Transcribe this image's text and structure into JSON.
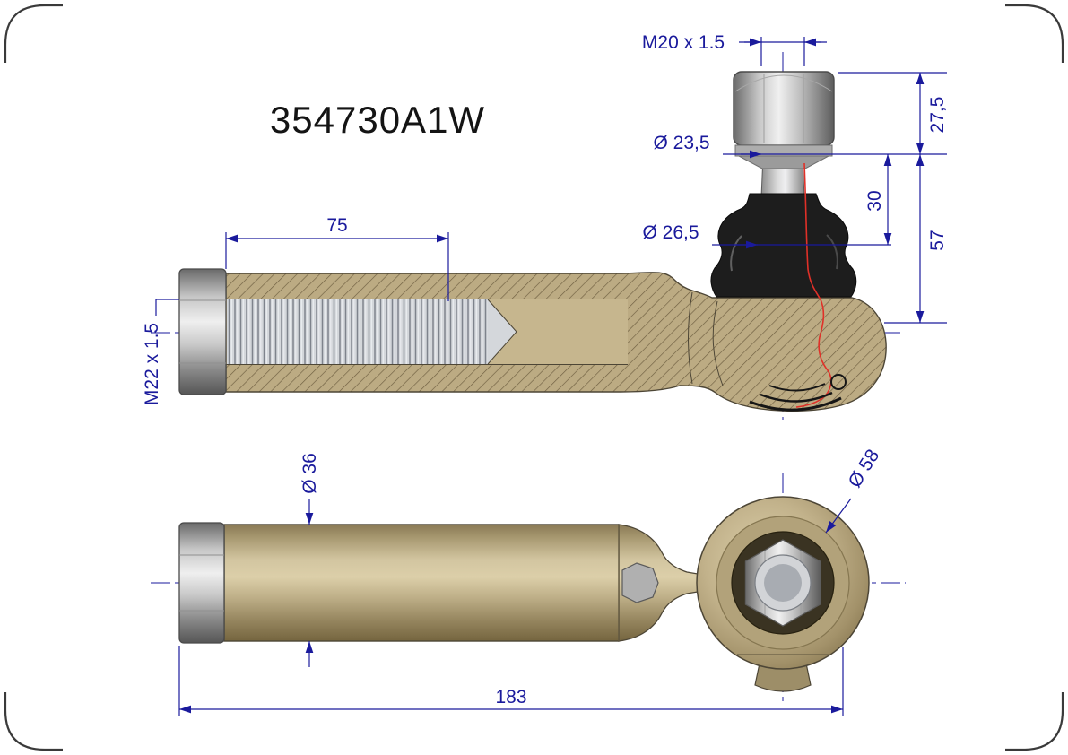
{
  "part_number": "354730A1W",
  "colors": {
    "dimension_blue": "#1a1a9c",
    "metal_tan": "#bcab83",
    "section_red": "#e03028",
    "boot_black": "#1d1d1d",
    "steel_gray": "#c6c6c6"
  },
  "top_view": {
    "dims": {
      "stud_thread": "M20 x 1.5",
      "nut_stack_height": "27,5",
      "stud_upper_dia": "Ø 23,5",
      "taper_height": "30",
      "stud_lower_dia": "Ø 26,5",
      "stud_total_height": "57",
      "thread_length": "75",
      "rod_thread": "M22 x 1.5"
    }
  },
  "bottom_view": {
    "dims": {
      "rod_dia": "Ø 36",
      "housing_dia": "Ø 58",
      "overall_length": "183"
    }
  }
}
